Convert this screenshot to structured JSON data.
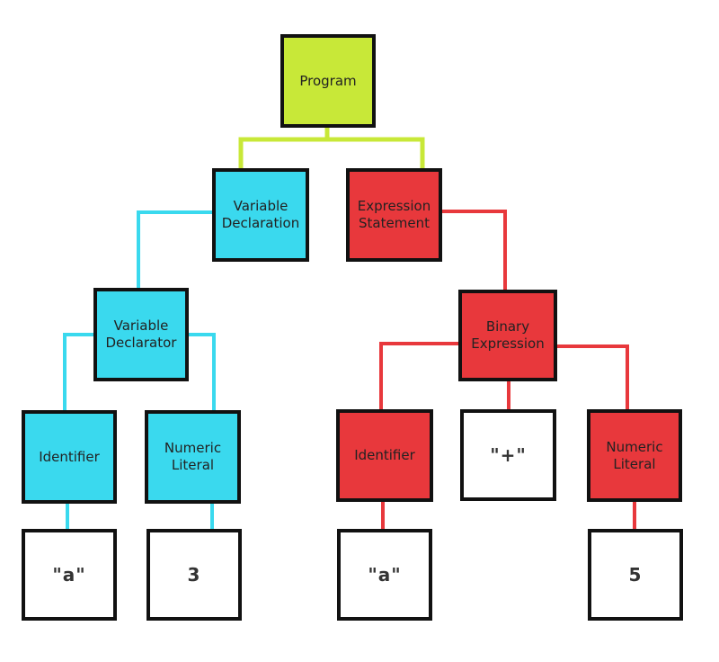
{
  "colors": {
    "program": "#c8e838",
    "declaration_branch": "#3ad9ee",
    "expression_branch": "#e8383c",
    "leaf": "#ffffff",
    "border": "#111111"
  },
  "nodes": {
    "program": "Program",
    "variable_declaration": "Variable\nDeclaration",
    "expression_statement": "Expression\nStatement",
    "variable_declarator": "Variable\nDeclarator",
    "binary_expression": "Binary\nExpression",
    "identifier_left": "Identifier",
    "numeric_literal_left": "Numeric\nLiteral",
    "identifier_right": "Identifier",
    "operator": "\"+\"",
    "numeric_literal_right": "Numeric\nLiteral",
    "value_a_left": "\"a\"",
    "value_3": "3",
    "value_a_right": "\"a\"",
    "value_5": "5"
  }
}
